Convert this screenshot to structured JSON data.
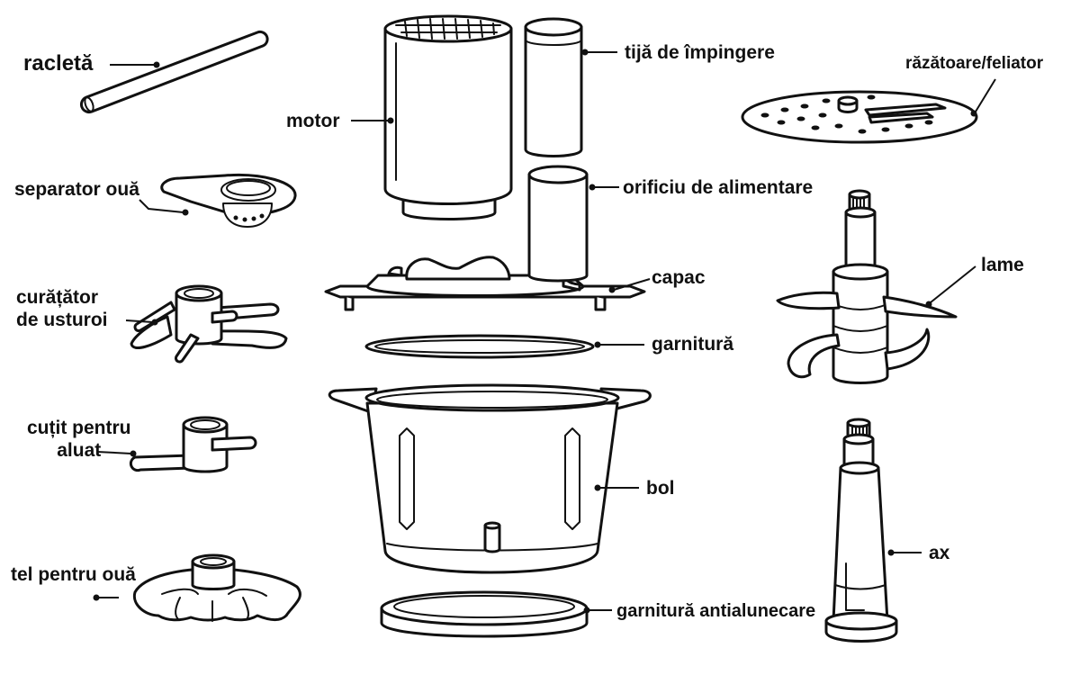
{
  "diagram": {
    "labels": {
      "racleta": "racletă",
      "separator": "separator ouă",
      "curatator": "curățător\nde usturoi",
      "cutit": "cuțit pentru\naluat",
      "tel": "tel pentru ouă",
      "motor": "motor",
      "tija": "tijă de împingere",
      "orificiu": "orificiu de alimentare",
      "capac": "capac",
      "garnitura": "garnitură",
      "bol": "bol",
      "garnitura_anti": "garnitură antialunecare",
      "razatoare": "răzătoare/feliator",
      "lame": "lame",
      "ax": "ax"
    }
  }
}
